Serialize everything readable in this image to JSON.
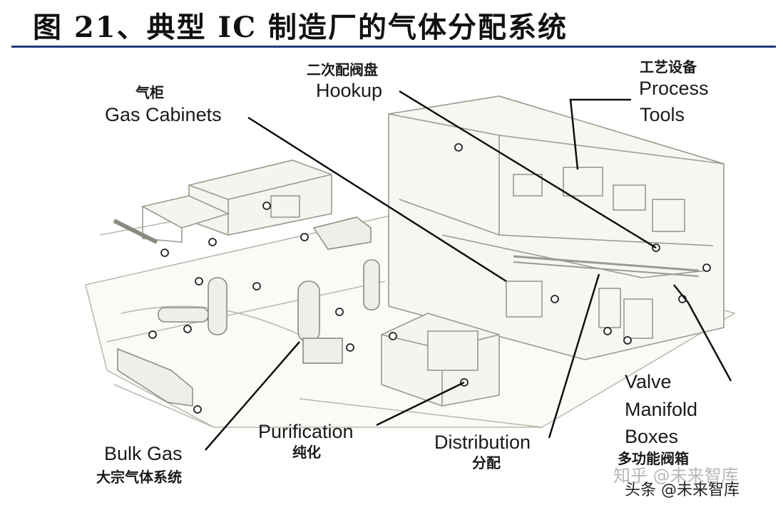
{
  "title": "图 21、典型 IC 制造厂的气体分配系统",
  "labels": {
    "gas_cabinets": {
      "cn": "气柜",
      "en": "Gas Cabinets"
    },
    "hookup": {
      "cn": "二次配阀盘",
      "en": "Hookup"
    },
    "process_tools": {
      "cn": "工艺设备",
      "en_line1": "Process",
      "en_line2": "Tools"
    },
    "valve_manifold_boxes": {
      "en_line1": "Valve",
      "en_line2": "Manifold",
      "en_line3": "Boxes",
      "cn": "多功能阀箱"
    },
    "distribution": {
      "en": "Distribution",
      "cn": "分配"
    },
    "purification": {
      "en": "Purification",
      "cn": "纯化"
    },
    "bulk_gas": {
      "en": "Bulk Gas",
      "cn": "大宗气体系统"
    }
  },
  "watermarks": {
    "line1": "知乎 @未来智库",
    "line2": "头条 @未来智库"
  },
  "colors": {
    "title_rule": "#1f3a7a",
    "sketch": "#9a9a90",
    "callout": "#111111"
  }
}
